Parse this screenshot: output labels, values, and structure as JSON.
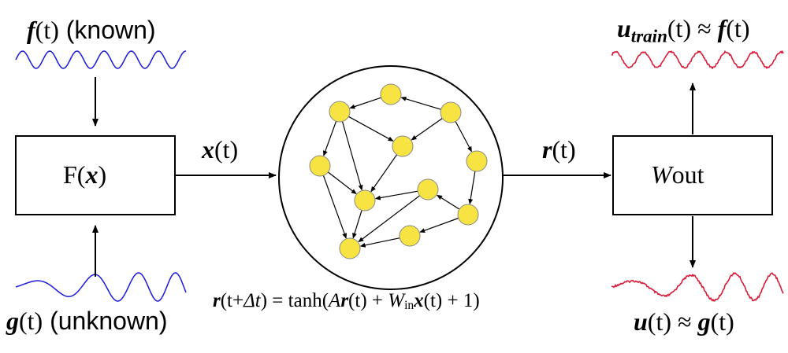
{
  "inputs": {
    "known": {
      "fn": "f",
      "arg": "(t)",
      "note": "(known)"
    },
    "unknown": {
      "fn": "g",
      "arg": "(t)",
      "note": "(unknown)"
    }
  },
  "transform_box": {
    "prefix": "F(",
    "var": "x",
    "suffix": ")"
  },
  "signal_x": {
    "var": "x",
    "arg": "(t)"
  },
  "signal_r": {
    "var": "r",
    "arg": "(t)"
  },
  "readout_box": {
    "w": "W",
    "rest": "out"
  },
  "outputs": {
    "train": {
      "var": "u",
      "sub": "train",
      "arg": "(t) ≈ ",
      "target": "f",
      "target_arg": "(t)"
    },
    "test": {
      "var": "u",
      "arg": "(t) ≈ ",
      "target": "g",
      "target_arg": "(t)"
    }
  },
  "equation": {
    "r": "r",
    "p1": "(t+",
    "delta": "Δt",
    "p2": ") = tanh(",
    "A": "A",
    "r2": "r",
    "p3": "(t) + ",
    "W": "W",
    "in": "in",
    "x": "x",
    "p4": "(t) + 1)"
  },
  "colors": {
    "input_wave": "#1a1adf",
    "output_wave": "#d81b38",
    "node_fill": "#f7e442",
    "node_stroke": "#888888"
  }
}
